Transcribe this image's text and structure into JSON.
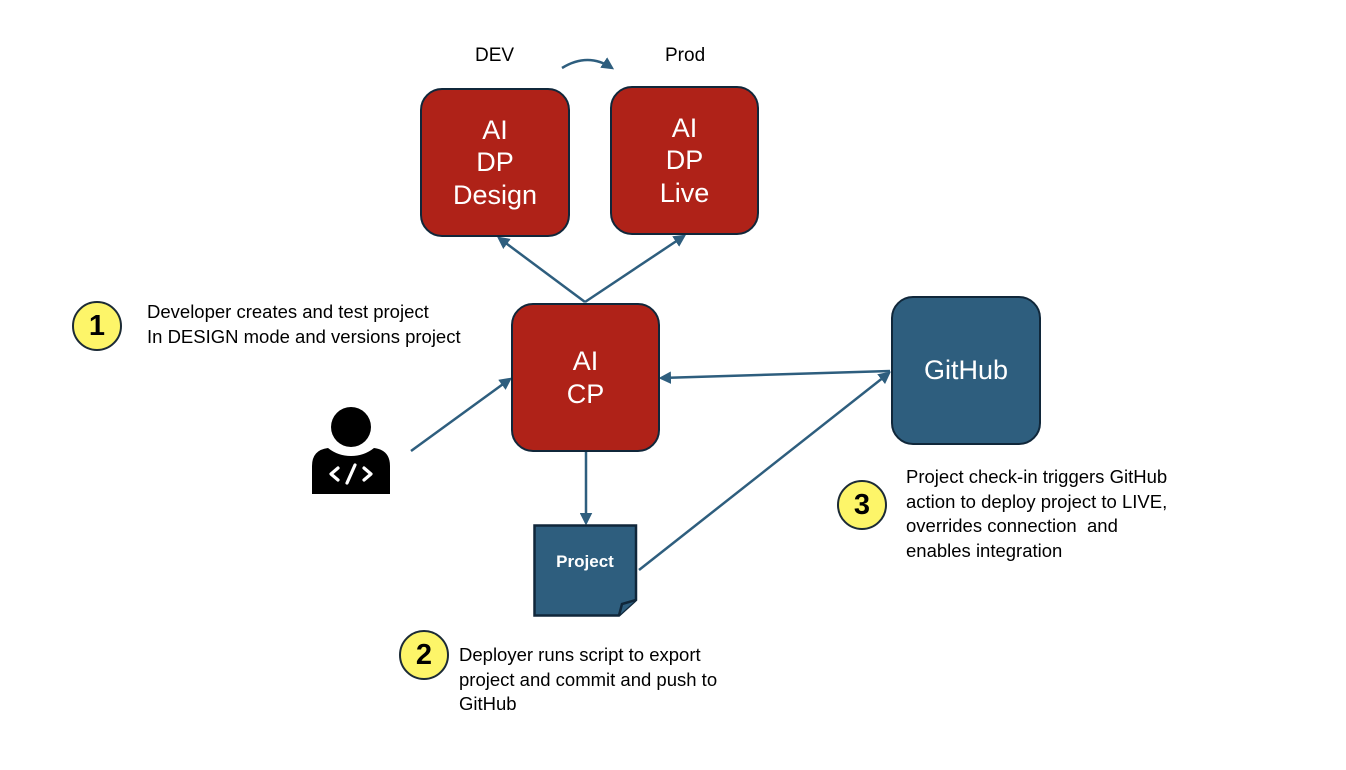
{
  "colors": {
    "component_red": "#af2218",
    "component_blue": "#2e5e7e",
    "border_dark": "#10273a",
    "arrow": "#2e5e7e",
    "step_badge": "#fdf569"
  },
  "environments": {
    "dev_label": "DEV",
    "prod_label": "Prod"
  },
  "nodes": {
    "ai_dp_design": {
      "lines": [
        "AI",
        "DP",
        "Design"
      ]
    },
    "ai_dp_live": {
      "lines": [
        "AI",
        "DP",
        "Live"
      ]
    },
    "ai_cp": {
      "lines": [
        "AI",
        "CP"
      ]
    },
    "github": {
      "label": "GitHub"
    },
    "project": {
      "label": "Project"
    },
    "developer": {
      "icon": "developer-code-person-icon"
    }
  },
  "steps": [
    {
      "number": "1",
      "lines": [
        "Developer creates and test project",
        "In DESIGN mode and versions project"
      ]
    },
    {
      "number": "2",
      "lines": [
        "Deployer runs script to export",
        "project and commit and push to",
        "GitHub"
      ]
    },
    {
      "number": "3",
      "lines": [
        "Project check-in triggers GitHub",
        "action to deploy project to LIVE,",
        "overrides connection  and",
        "enables integration"
      ]
    }
  ],
  "edges": [
    {
      "from": "ai_cp",
      "to": "ai_dp_design"
    },
    {
      "from": "ai_cp",
      "to": "ai_dp_live"
    },
    {
      "from": "developer",
      "to": "ai_cp"
    },
    {
      "from": "github",
      "to": "ai_cp"
    },
    {
      "from": "ai_cp",
      "to": "project"
    },
    {
      "from": "project",
      "to": "github"
    },
    {
      "from": "dev",
      "to": "prod"
    }
  ]
}
